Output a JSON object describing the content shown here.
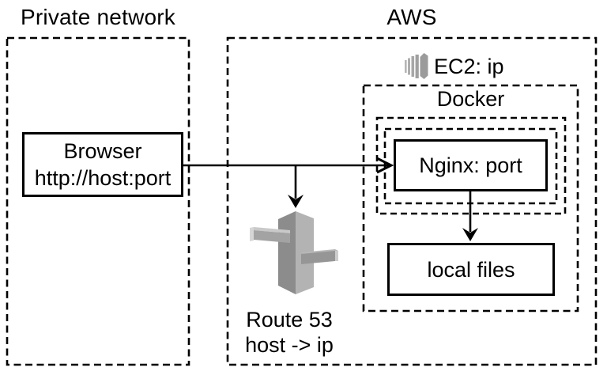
{
  "diagram": {
    "private_network": {
      "title": "Private network",
      "browser": {
        "line1": "Browser",
        "line2": "http://host:port"
      }
    },
    "aws": {
      "title": "AWS",
      "ec2_label": "EC2: ip",
      "docker": {
        "title": "Docker",
        "nginx_label": "Nginx: port"
      },
      "local_files_label": "local files",
      "route53": {
        "line1": "Route 53",
        "line2": "host -> ip"
      }
    },
    "icons": {
      "ec2": "ec2-stack-icon",
      "route53": "route53-pillar-icon"
    },
    "colors": {
      "line": "#000000",
      "background": "#ffffff",
      "icon_gray_dark": "#8c8c8c",
      "icon_gray_mid": "#a3a3a3",
      "icon_gray_light": "#c9c9c9"
    }
  }
}
